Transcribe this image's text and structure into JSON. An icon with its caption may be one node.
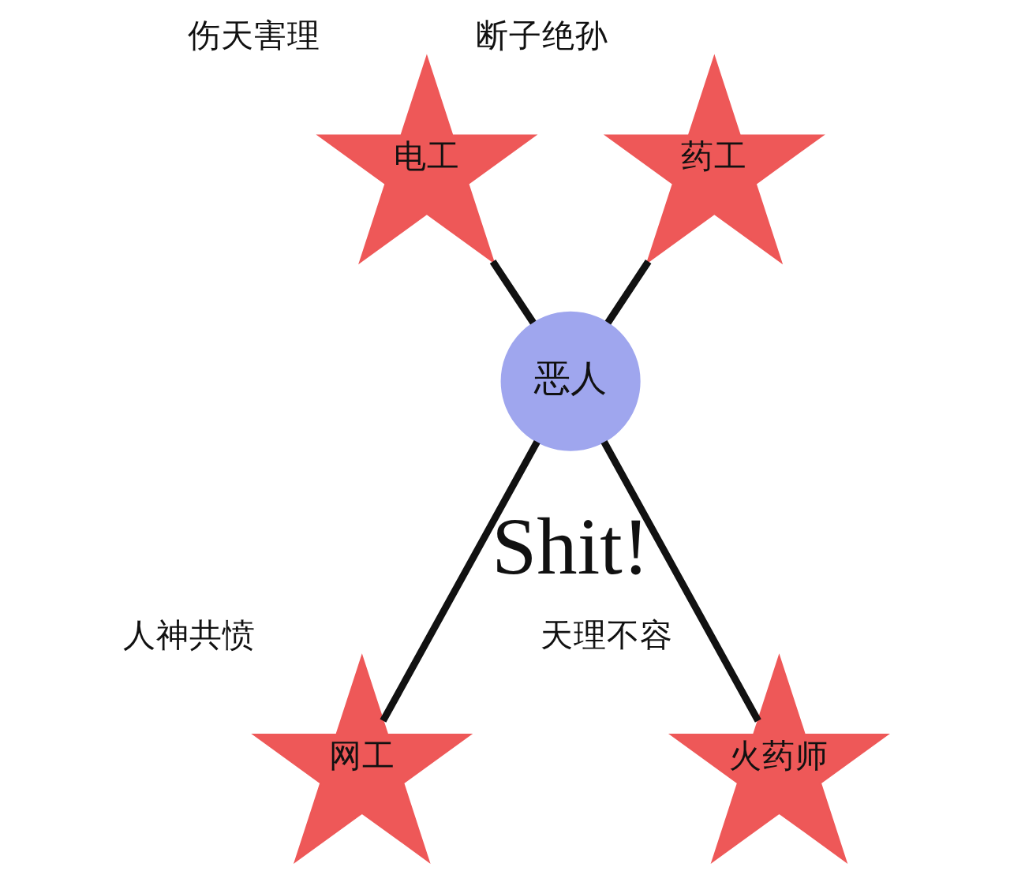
{
  "diagram": {
    "nodes": [
      {
        "text": [
          "电工"
        ],
        "beside": [
          "伤天害理"
        ]
      },
      {
        "text": [
          "药工"
        ],
        "beside": [
          "断子绝孙"
        ]
      },
      {
        "text": [
          "恶人"
        ]
      },
      {
        "text": [
          "网工"
        ],
        "beside": [
          "人神共愤"
        ]
      },
      {
        "text": [
          "火药师"
        ],
        "beside": [
          "天理不容"
        ]
      }
    ],
    "edges": [
      {
        "from": 0,
        "to": 2,
        "arrow": "none"
      },
      {
        "from": 1,
        "to": 2,
        "arrow": "none"
      },
      {
        "from": 2,
        "to": 3,
        "arrow": "none"
      },
      {
        "from": 2,
        "to": 4,
        "arrow": "none"
      }
    ],
    "labels": [
      "Shit!"
    ]
  }
}
